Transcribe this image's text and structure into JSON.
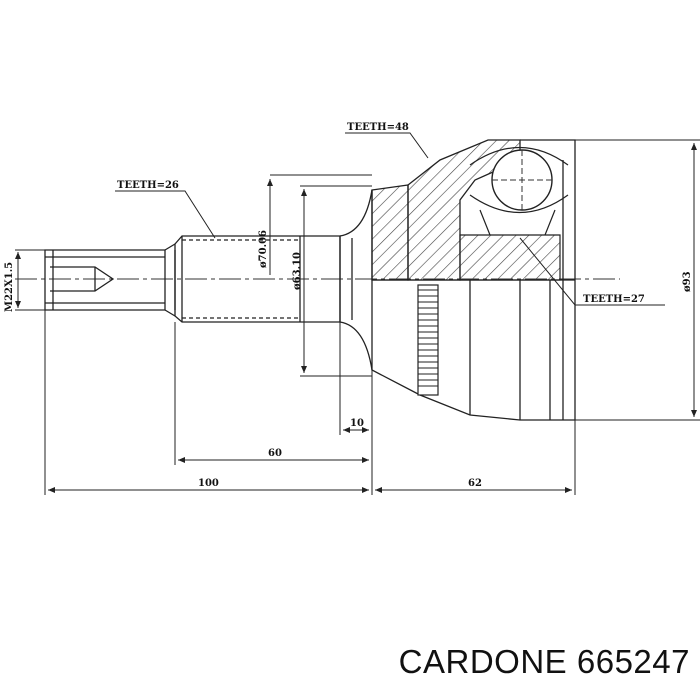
{
  "labels": {
    "teeth_48": "TEETH=48",
    "teeth_26": "TEETH=26",
    "teeth_27": "TEETH=27",
    "thread": "M22X1.5",
    "diameter_70": "ø70.06",
    "diameter_63": "ø63.10",
    "diameter_93": "ø93",
    "dim_10": "10",
    "dim_60": "60",
    "dim_100": "100",
    "dim_62": "62"
  },
  "caption": {
    "brand": "CARDONE",
    "part_number": "665247"
  }
}
